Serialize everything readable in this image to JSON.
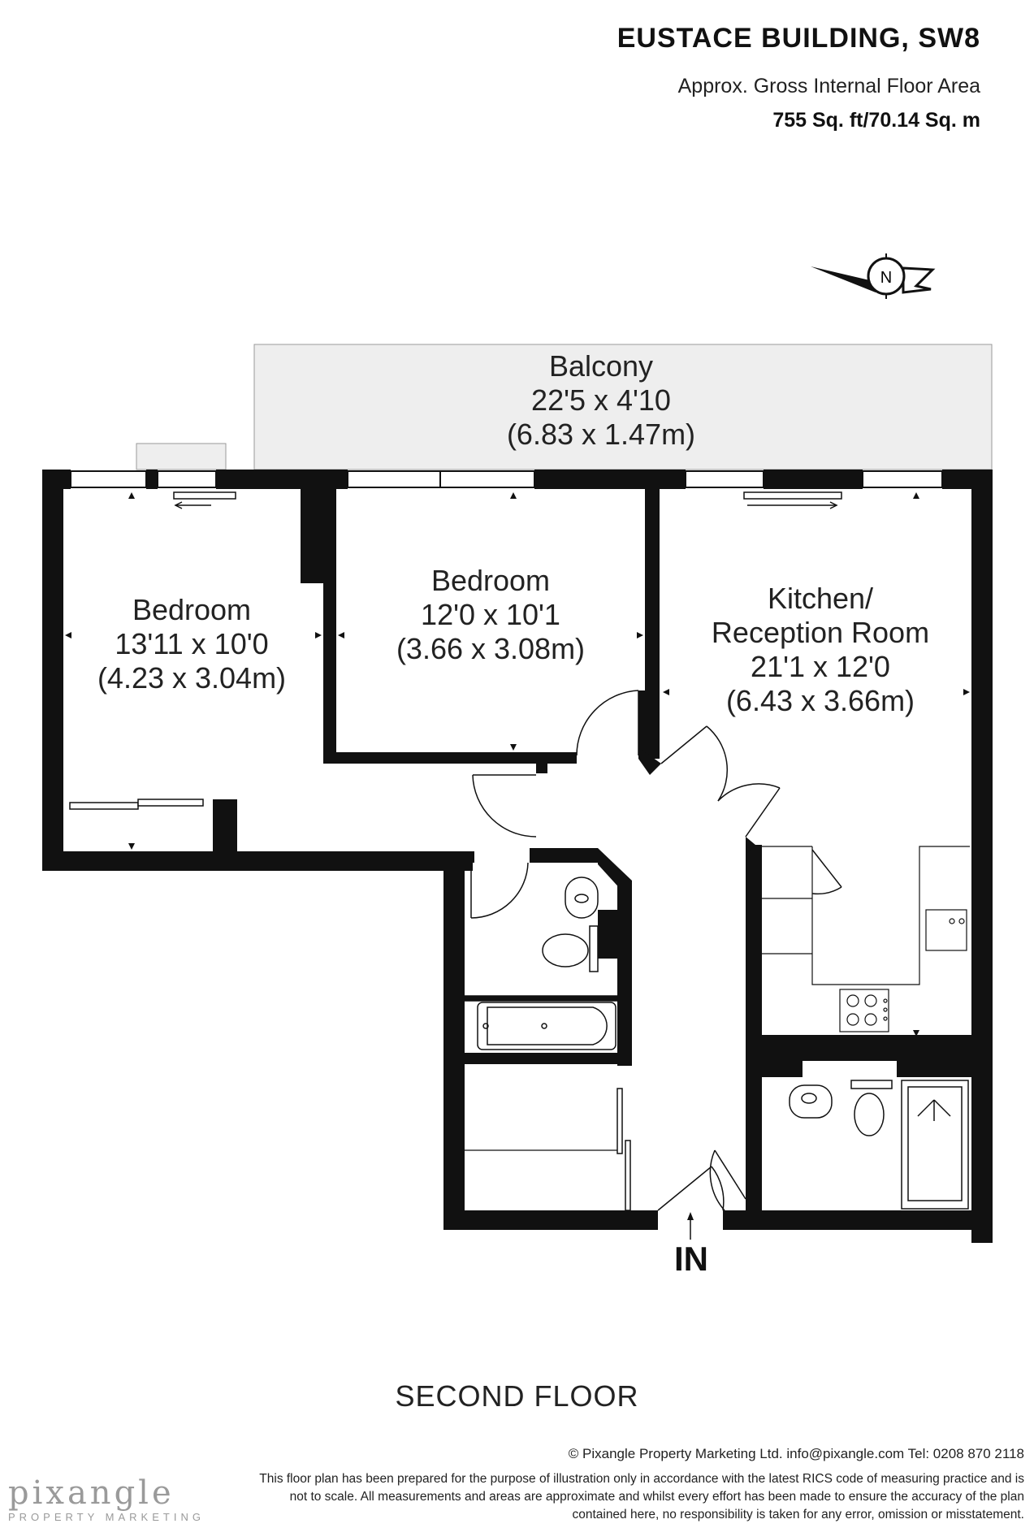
{
  "header": {
    "title": "EUSTACE BUILDING, SW8",
    "subtitle": "Approx. Gross Internal Floor Area",
    "area": "755 Sq. ft/70.14 Sq. m"
  },
  "compass": {
    "letter": "N"
  },
  "rooms": {
    "balcony": {
      "name": "Balcony",
      "imperial": "22'5 x 4'10",
      "metric": "(6.83 x 1.47m)"
    },
    "bedroom1": {
      "name": "Bedroom",
      "imperial": "13'11 x 10'0",
      "metric": "(4.23 x 3.04m)"
    },
    "bedroom2": {
      "name": "Bedroom",
      "imperial": "12'0 x 10'1",
      "metric": "(3.66 x 3.08m)"
    },
    "kitchen": {
      "name_line1": "Kitchen/",
      "name_line2": "Reception Room",
      "imperial": "21'1 x 12'0",
      "metric": "(6.43 x 3.66m)"
    }
  },
  "entrance_label": "IN",
  "floor_label": "SECOND FLOOR",
  "footer": {
    "copyright": "© Pixangle Property Marketing Ltd. info@pixangle.com Tel: 0208 870 2118",
    "disclaimer_line1": "This floor plan has been prepared for the purpose of illustration only in accordance with the latest RICS code of measuring practice and is",
    "disclaimer_line2": "not to scale. All measurements and areas are approximate and whilst every effort has been made to ensure the accuracy of the plan",
    "disclaimer_line3": "contained here, no responsibility is taken for any error, omission or misstatement."
  },
  "logo": {
    "main": "pixangle",
    "sub": "PROPERTY MARKETING"
  },
  "colors": {
    "wall": "#111111",
    "balcony_fill": "#eeeeee",
    "window_fill": "#ffffff",
    "logo": "#9a9a9a"
  }
}
